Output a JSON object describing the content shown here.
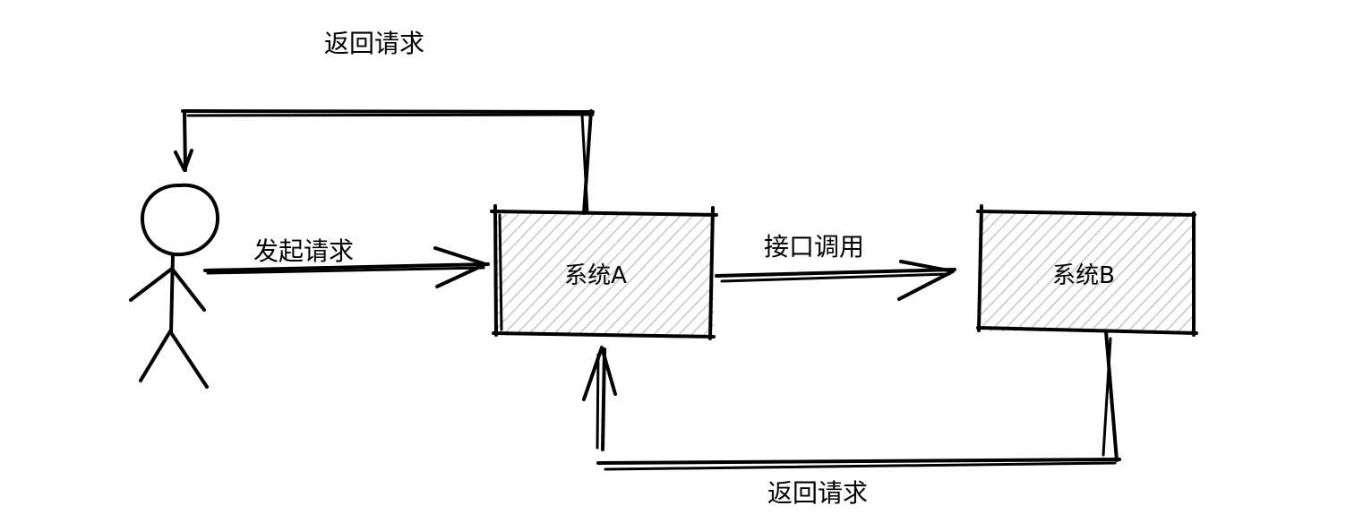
{
  "labels": {
    "return_top": "返回请求",
    "initiate": "发起请求",
    "api_call": "接口调用",
    "return_bottom": "返回请求"
  },
  "boxes": {
    "system_a": "系统A",
    "system_b": "系统B"
  },
  "colors": {
    "stroke": "#000000",
    "hatch": "#c3c7cf",
    "background": "#ffffff"
  },
  "icons": {
    "actor": "stick-figure-icon"
  }
}
